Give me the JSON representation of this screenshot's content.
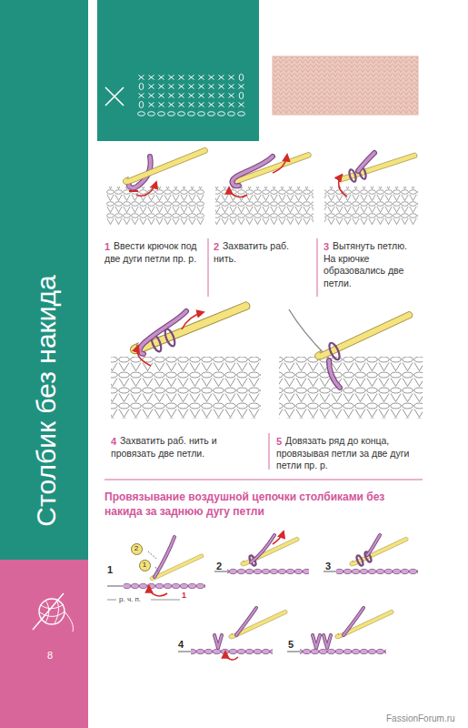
{
  "diagram": {
    "title": "Столбик без накида",
    "nodes": [
      {
        "text": [
          "2"
        ]
      },
      {
        "text": [
          "1"
        ]
      }
    ],
    "labels": [
      "1",
      "Ввести крючок под две дуги петли пр. р.",
      "2",
      "Захватить раб. нить.",
      "3",
      "Вытянуть петлю. На крючке образовались две петли.",
      "4",
      "Захватить раб. нить и провязать две петли.",
      "5",
      "Довязать ряд до конца, провязывая петли за две дуги петли пр. р.",
      "Провязывание воздушной цепочки столбиками без накида за заднюю дугу петли",
      "1",
      "1",
      "р. ч. п.",
      "2",
      "3",
      "4",
      "5",
      "8",
      "FassionForum.ru"
    ]
  }
}
